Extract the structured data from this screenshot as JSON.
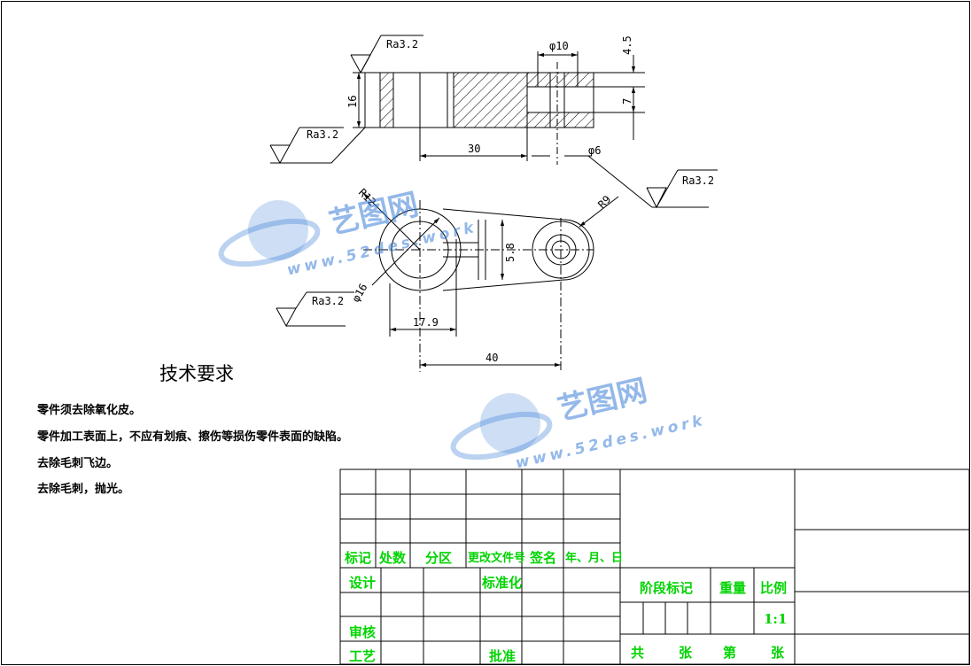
{
  "dimensions": {
    "d10": "φ10",
    "h45": "4.5",
    "h7": "7",
    "h16": "16",
    "l30": "30",
    "d6": "φ6",
    "r12": "R12",
    "r9": "R9",
    "w58": "5.8",
    "d16": "φ16",
    "l179": "17.9",
    "l40": "40"
  },
  "roughness": {
    "top_left": "Ra3.2",
    "bottom_left": "Ra3.2",
    "right": "Ra3.2",
    "plan_left": "Ra3.2"
  },
  "requirements": {
    "title": "技术要求",
    "lines": [
      "零件须去除氧化皮。",
      "零件加工表面上，不应有划痕、擦伤等损伤零件表面的缺陷。",
      "去除毛刺飞边。",
      "去除毛刺，抛光。"
    ]
  },
  "title_block": {
    "headers": [
      "标记",
      "处数",
      "分区",
      "更改文件号",
      "签名",
      "年、月、日"
    ],
    "design": "设计",
    "standardization": "标准化",
    "review": "审核",
    "process": "工艺",
    "approval": "批准",
    "stage_mark": "阶段标记",
    "weight": "重量",
    "scale_label": "比例",
    "scale_value": "1:1",
    "total": "共",
    "sheets": "张",
    "sheet_no": "第",
    "sheets2": "张"
  },
  "watermark": {
    "brand": "艺图网",
    "url": "www.52des.work"
  },
  "colors": {
    "line": "#000000",
    "title_text": "#00d400",
    "watermark": "#3b7fd8"
  }
}
